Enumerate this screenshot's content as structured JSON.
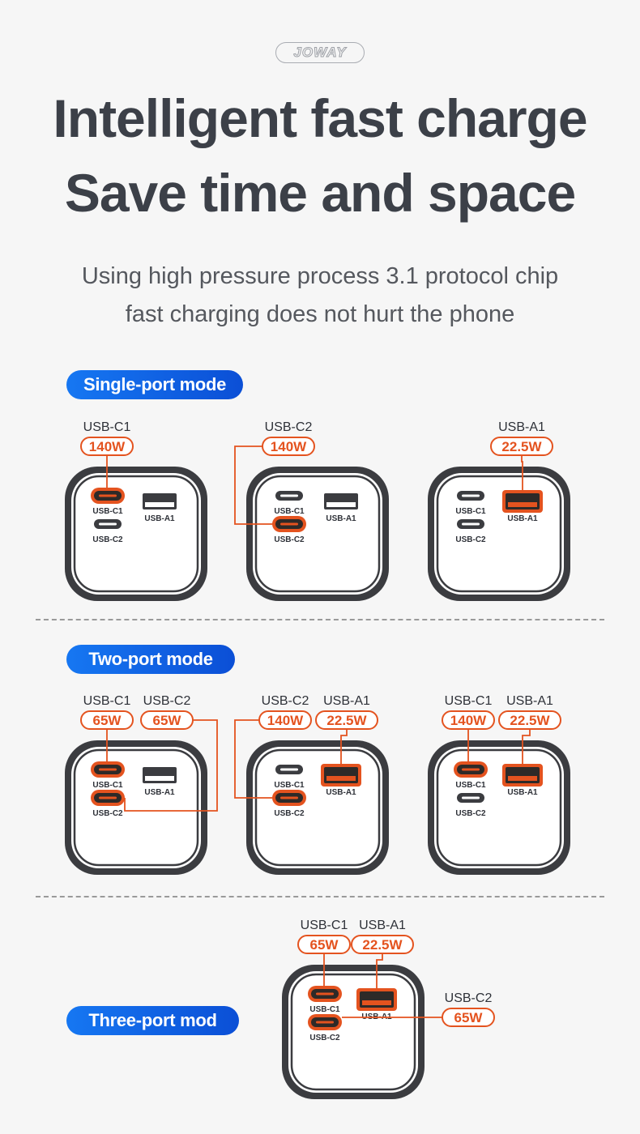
{
  "brand": "JOWAY",
  "headline": [
    "Intelligent fast charge",
    "Save time and space"
  ],
  "subheadline": [
    "Using high pressure process 3.1 protocol chip",
    "fast charging does not hurt the phone"
  ],
  "colors": {
    "accent_orange": "#e4531f",
    "pill_blue": "#1267ee",
    "charger_body": "#3b3c40"
  },
  "port_names": {
    "c1": "USB-C1",
    "c2": "USB-C2",
    "a1": "USB-A1"
  },
  "sections": [
    {
      "mode": "Single-port mode",
      "configs": [
        {
          "active": [
            "c1"
          ],
          "labels": [
            {
              "port": "USB-C1",
              "power": "140W"
            }
          ]
        },
        {
          "active": [
            "c2"
          ],
          "labels": [
            {
              "port": "USB-C2",
              "power": "140W"
            }
          ]
        },
        {
          "active": [
            "a1"
          ],
          "labels": [
            {
              "port": "USB-A1",
              "power": "22.5W"
            }
          ]
        }
      ]
    },
    {
      "mode": "Two-port mode",
      "configs": [
        {
          "active": [
            "c1",
            "c2"
          ],
          "labels": [
            {
              "port": "USB-C1",
              "power": "65W"
            },
            {
              "port": "USB-C2",
              "power": "65W"
            }
          ]
        },
        {
          "active": [
            "c2",
            "a1"
          ],
          "labels": [
            {
              "port": "USB-C2",
              "power": "140W"
            },
            {
              "port": "USB-A1",
              "power": "22.5W"
            }
          ]
        },
        {
          "active": [
            "c1",
            "a1"
          ],
          "labels": [
            {
              "port": "USB-C1",
              "power": "140W"
            },
            {
              "port": "USB-A1",
              "power": "22.5W"
            }
          ]
        }
      ]
    },
    {
      "mode": "Three-port mod",
      "configs": [
        {
          "active": [
            "c1",
            "a1",
            "c2"
          ],
          "labels": [
            {
              "port": "USB-C1",
              "power": "65W"
            },
            {
              "port": "USB-A1",
              "power": "22.5W"
            },
            {
              "port": "USB-C2",
              "power": "65W"
            }
          ]
        }
      ]
    }
  ]
}
